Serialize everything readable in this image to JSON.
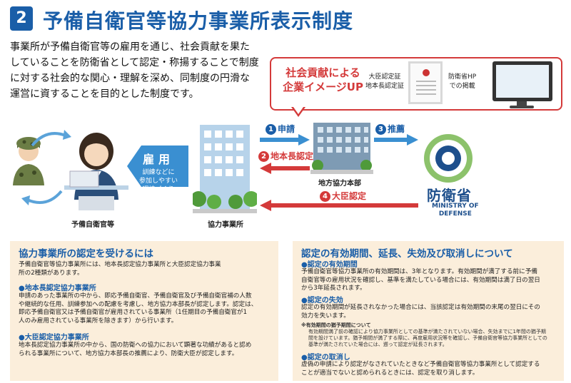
{
  "header": {
    "number": "2",
    "title": "予備自衛官等協力事業所表示制度"
  },
  "intro": {
    "lines": [
      "事業所が予備自衛官等の雇用を通じ、社会貢献を果た",
      "していることを防衛省として認定・称揚することで制度",
      "に対する社会的な関心・理解を深め、同制度の円滑な",
      "運営に資することを目的とした制度です。"
    ]
  },
  "callout": {
    "title_line1": "社会貢献による",
    "title_line2": "企業イメージUP",
    "cert_line1": "大臣認定証",
    "cert_line2": "地本長認定証",
    "hp_line1": "防衛省HP",
    "hp_line2": "での掲載"
  },
  "diagram": {
    "reserve_label": "予備自衛官等",
    "employ_big": "雇用",
    "employ_small_lines": [
      "訓練などに",
      "参加しやすい",
      "環境づくり"
    ],
    "coop_label": "協力事業所",
    "pco_label": "地方協力本部",
    "step1": {
      "num": "1",
      "label": "申請"
    },
    "step2": {
      "num": "2",
      "label": "地本長認定"
    },
    "step3": {
      "num": "3",
      "label": "推薦"
    },
    "step4": {
      "num": "4",
      "label": "大臣認定"
    },
    "mod_jp": "防衛省",
    "mod_en_line1": "MINISTRY OF",
    "mod_en_line2": "DEFENSE"
  },
  "left_panel": {
    "title": "協力事業所の認定を受けるには",
    "intro_lines": [
      "予備自衛官等協力事業所には、地本長認定協力事業所と大臣認定協力事業",
      "所の2種類があります。"
    ],
    "sub1": "●地本長認定協力事業所",
    "sub1_lines": [
      "申請のあった事業所の中から、即応予備自衛官、予備自衛官及び予備自衛官補の人数",
      "や継続的な任用、訓練参加への配慮を考慮し、地方協力本部長が認定します。認定は、",
      "即応予備自衛官又は予備自衛官が雇用されている事業所（1任期目の予備自衛官が1",
      "人のみ雇用されている事業所を除きます）から行います。"
    ],
    "sub2": "●大臣認定協力事業所",
    "sub2_lines": [
      "地本長認定協力事業所の中から、国の防衛への協力において顕著な功績があると認め",
      "られる事業所について、地方協力本部長の推薦により、防衛大臣が認定します。"
    ]
  },
  "right_panel": {
    "title": "認定の有効期間、延長、失効及び取消しについて",
    "sub1": "●認定の有効期間",
    "sub1_lines": [
      "予備自衛官等協力事業所の有効期間は、3年となります。有効期間が満了する前に予備",
      "自衛官等の雇用状況を確認し、基準を満たしている場合には、有効期間は満了日の翌日",
      "から3年延長されます。"
    ],
    "sub2": "●認定の失効",
    "sub2_lines": [
      "認定の有効期間が延長されなかった場合には、当該認定は有効期間の末尾の翌日にその",
      "効力を失います。"
    ],
    "note_title": "※有効期間の猶予期間について",
    "note_lines": [
      "有効期間満了前の確認により協力事業所としての基準が満たされていない場合、失効までに1年間の猶予期",
      "間を設けています。猶予期間が満了する際に、再度雇用状況等を確認し、予備自衛官等協力事業所としての",
      "基準が満たされていた場合には、遡って認定が延長されます。"
    ],
    "sub3": "●認定の取消し",
    "sub3_lines": [
      "虚偽の申請により認定がなされていたときなど予備自衛官等協力事業所として認定する",
      "ことが適当でないと認められるときには、認定を取り消します。"
    ]
  },
  "colors": {
    "brand_blue": "#1a5ea8",
    "accent_red": "#d43a3a",
    "panel_bg": "#fbeedb"
  }
}
